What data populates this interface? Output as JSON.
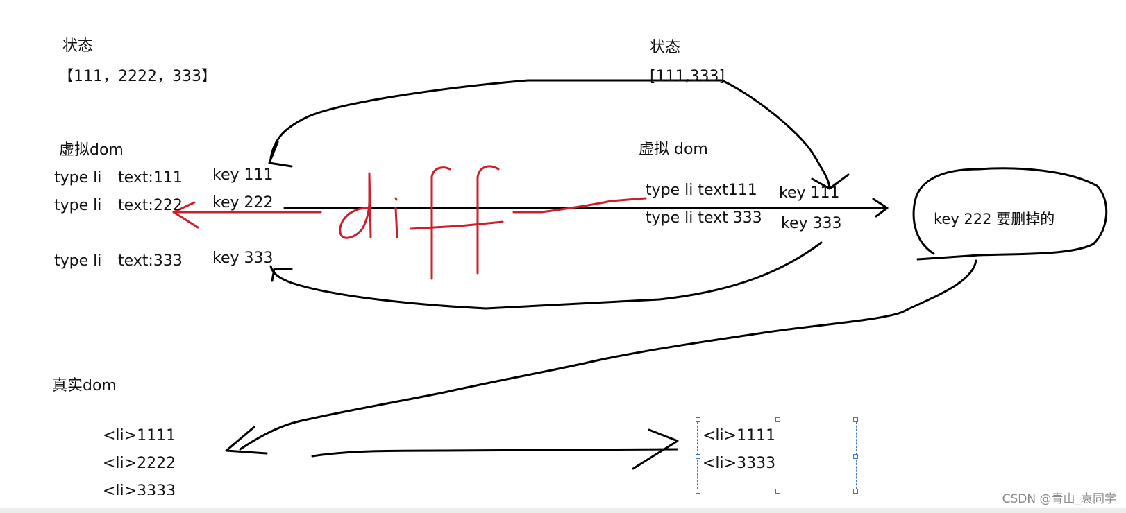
{
  "left": {
    "state_label": "状态",
    "state_value": "【111，2222，333】",
    "vdom_label": "虚拟dom",
    "vdom_rows": [
      {
        "type": "type li",
        "text": "text:111",
        "key": "key 111"
      },
      {
        "type": "type li",
        "text": "text:222",
        "key": "key 222"
      },
      {
        "type": "type li",
        "text": "text:333",
        "key": "key 333"
      }
    ],
    "real_dom_label": "真实dom",
    "real_dom_items": [
      "<li>1111",
      "<li>2222",
      "<li>3333"
    ]
  },
  "right": {
    "state_label": "状态",
    "state_value": "[111,333]",
    "vdom_label": "虚拟  dom",
    "vdom_rows": [
      {
        "text": "type li  text111",
        "key": "key 111"
      },
      {
        "text": "type li text 333",
        "key": "key 333"
      }
    ],
    "bubble_text": "key 222 要删掉的",
    "real_dom_items": [
      "<li>1111",
      "<li>3333"
    ]
  },
  "watermark": "CSDN @青山_袁同学",
  "colors": {
    "ink": "#000000",
    "red_ink": "#cc1f2b",
    "selection": "#3a78c2"
  }
}
